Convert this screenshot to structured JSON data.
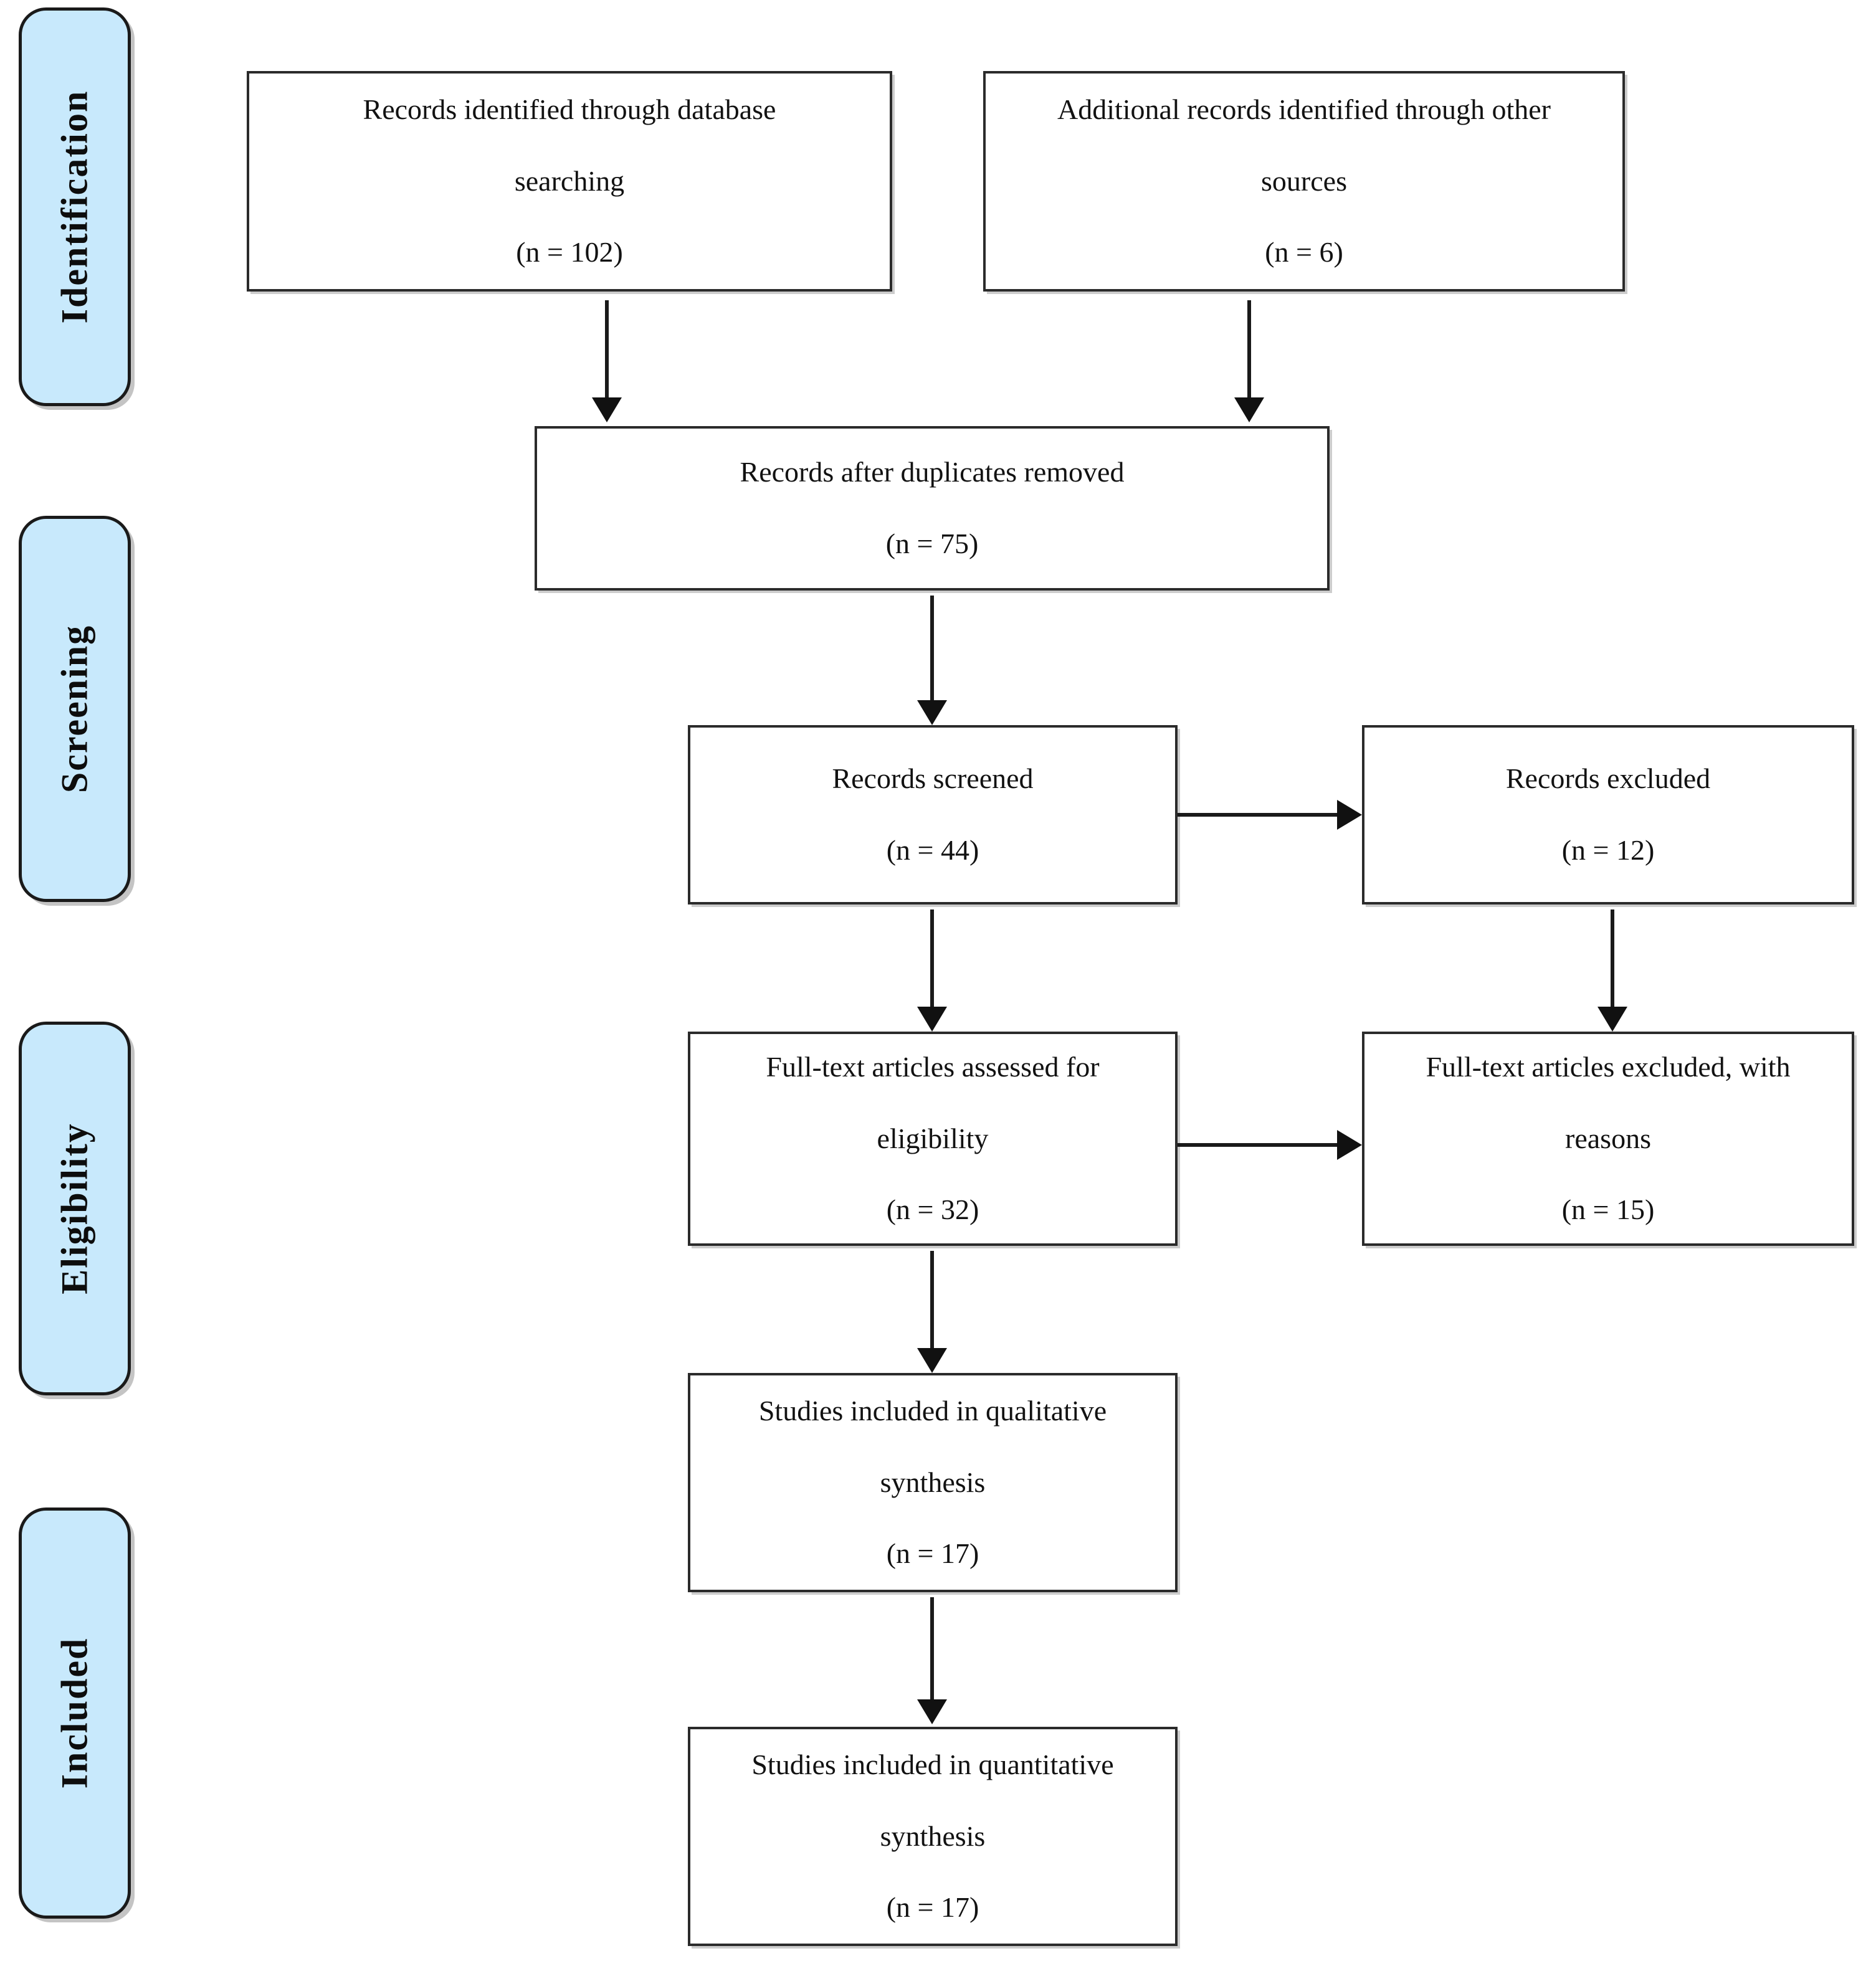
{
  "diagram": {
    "type": "prisma-flow-diagram",
    "accent_color": "#C8E9FC",
    "border_color": "#2b2b2b",
    "text_color": "#121212",
    "background_color": "#ffffff"
  },
  "stages": [
    {
      "id": "identification",
      "label": "Identification"
    },
    {
      "id": "screening",
      "label": "Screening"
    },
    {
      "id": "eligibility",
      "label": "Eligibility"
    },
    {
      "id": "included",
      "label": "Included"
    }
  ],
  "boxes": {
    "database_search": {
      "line1": "Records identified through database",
      "line2": "searching",
      "line3": "(n = 102)",
      "n": 102
    },
    "other_sources": {
      "line1": "Additional records identified through other",
      "line2": "sources",
      "line3": "(n = 6)",
      "n": 6
    },
    "duplicates_removed": {
      "line1": "Records after duplicates removed",
      "line2": "(n = 75)",
      "n": 75
    },
    "records_screened": {
      "line1": "Records screened",
      "line2": "(n = 44)",
      "n": 44
    },
    "records_excluded": {
      "line1": "Records excluded",
      "line2": "(n = 12)",
      "n": 12
    },
    "fulltext_assessed": {
      "line1": "Full-text articles assessed for",
      "line2": "eligibility",
      "line3": "(n = 32)",
      "n": 32
    },
    "fulltext_excluded": {
      "line1": "Full-text articles excluded, with",
      "line2": "reasons",
      "line3": "(n = 15)",
      "n": 15
    },
    "qualitative_synthesis": {
      "line1": "Studies included in qualitative",
      "line2": "synthesis",
      "line3": "(n = 17)",
      "n": 17
    },
    "quantitative_synthesis": {
      "line1": "Studies included in quantitative",
      "line2": "synthesis",
      "line3": "(n = 17)",
      "n": 17
    }
  },
  "flow": [
    {
      "from": "database_search",
      "to": "duplicates_removed",
      "direction": "down"
    },
    {
      "from": "other_sources",
      "to": "duplicates_removed",
      "direction": "down"
    },
    {
      "from": "duplicates_removed",
      "to": "records_screened",
      "direction": "down"
    },
    {
      "from": "records_screened",
      "to": "records_excluded",
      "direction": "right"
    },
    {
      "from": "records_screened",
      "to": "fulltext_assessed",
      "direction": "down"
    },
    {
      "from": "records_excluded",
      "to": "fulltext_excluded",
      "direction": "down"
    },
    {
      "from": "fulltext_assessed",
      "to": "fulltext_excluded",
      "direction": "right"
    },
    {
      "from": "fulltext_assessed",
      "to": "qualitative_synthesis",
      "direction": "down"
    },
    {
      "from": "qualitative_synthesis",
      "to": "quantitative_synthesis",
      "direction": "down"
    }
  ]
}
